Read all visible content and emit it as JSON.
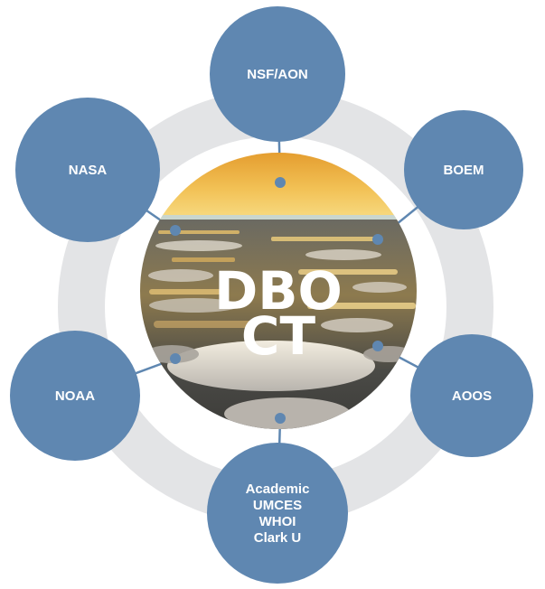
{
  "center": {
    "title_line1": "DBO",
    "title_line2": "CT"
  },
  "nodes": [
    {
      "id": "nsf-aon",
      "lines": [
        "NSF/AON"
      ]
    },
    {
      "id": "boem",
      "lines": [
        "BOEM"
      ]
    },
    {
      "id": "aoos",
      "lines": [
        "AOOS"
      ]
    },
    {
      "id": "academic",
      "lines": [
        "Academic",
        "UMCES",
        "WHOI",
        "Clark U"
      ]
    },
    {
      "id": "noaa",
      "lines": [
        "NOAA"
      ]
    },
    {
      "id": "nasa",
      "lines": [
        "NASA"
      ]
    }
  ],
  "colors": {
    "node_fill": "#5f87b1",
    "ring": "#e3e4e6",
    "connector": "#5f87b1",
    "text": "#ffffff"
  }
}
